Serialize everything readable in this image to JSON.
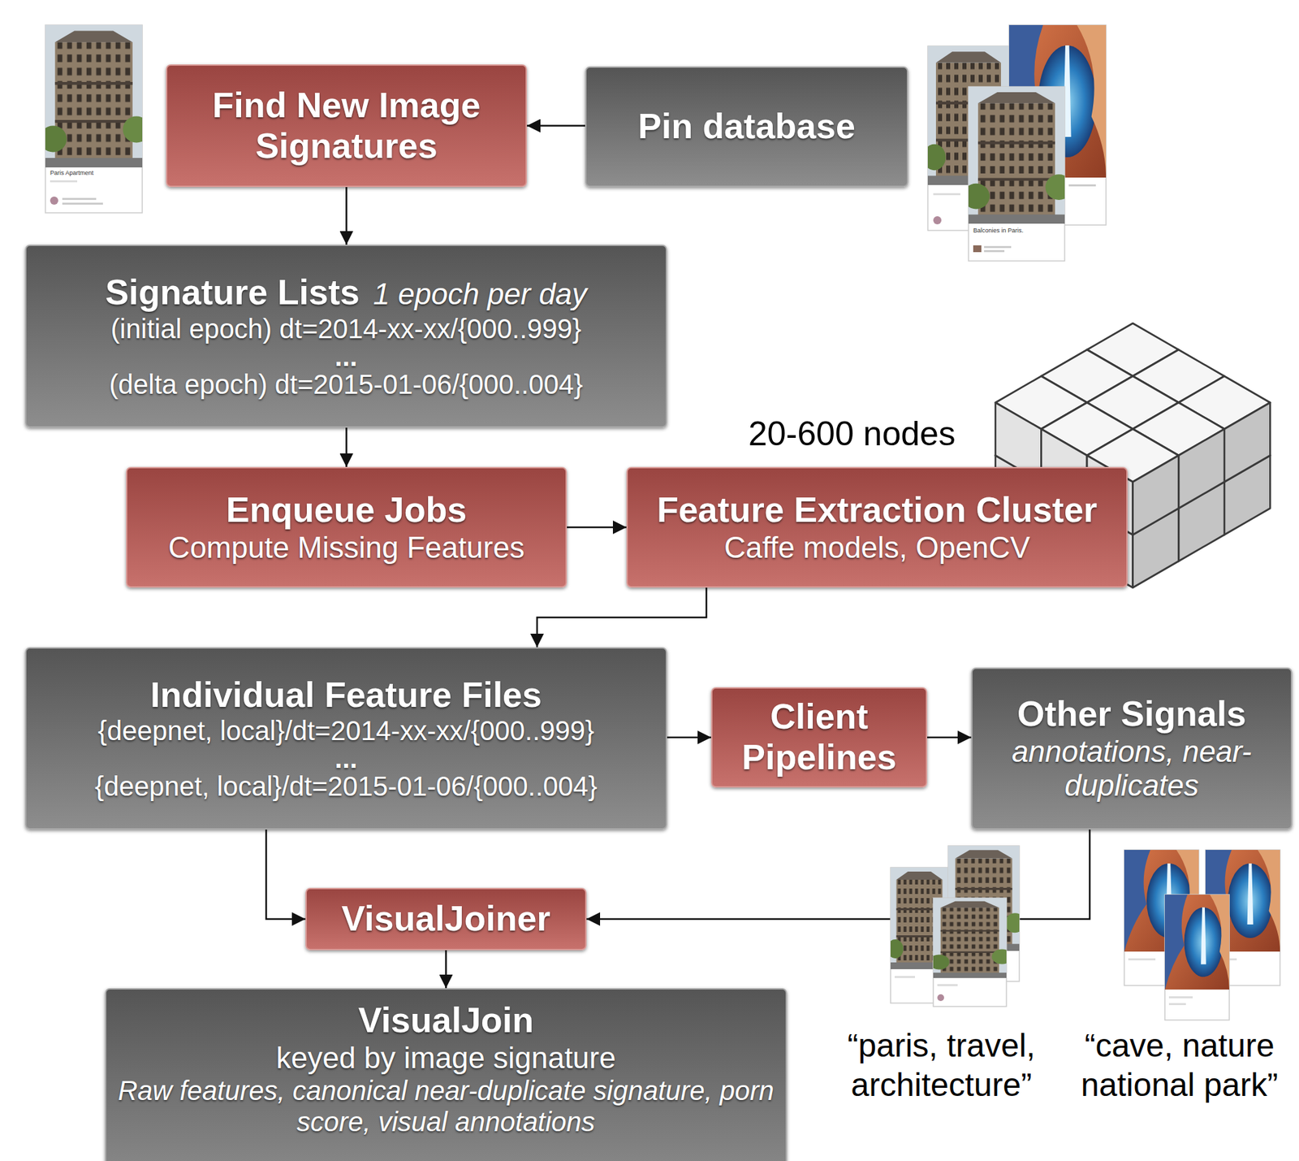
{
  "diagram": {
    "nodes": [
      {
        "text": [
          "Find New Image Signatures"
        ]
      },
      {
        "text": [
          "Pin database"
        ]
      },
      {
        "text": [
          "Signature Lists",
          "1 epoch per day",
          "(initial epoch) dt=2014-xx-xx/{000..999}",
          "...",
          "(delta epoch) dt=2015-01-06/{000..004}"
        ]
      },
      {
        "text": [
          "Enqueue Jobs",
          "Compute Missing Features"
        ]
      },
      {
        "text": [
          "Feature Extraction Cluster",
          "Caffe models, OpenCV"
        ]
      },
      {
        "text": [
          "Individual Feature Files",
          "{deepnet, local}/dt=2014-xx-xx/{000..999}",
          "...",
          "{deepnet, local}/dt=2015-01-06/{000..004}"
        ]
      },
      {
        "text": [
          "Client Pipelines"
        ]
      },
      {
        "text": [
          "Other Signals",
          "annotations, near-duplicates"
        ]
      },
      {
        "text": [
          "VisualJoiner"
        ]
      },
      {
        "text": [
          "VisualJoin",
          "keyed by image signature",
          "Raw features, canonical near-duplicate signature, porn score, visual annotations"
        ]
      }
    ],
    "edges": [
      {
        "from": 1,
        "to": 0,
        "arrow": "to"
      },
      {
        "from": 0,
        "to": 2,
        "arrow": "to"
      },
      {
        "from": 2,
        "to": 3,
        "arrow": "to"
      },
      {
        "from": 3,
        "to": 4,
        "arrow": "to"
      },
      {
        "from": 4,
        "to": 5,
        "arrow": "to"
      },
      {
        "from": 5,
        "to": 6,
        "arrow": "to"
      },
      {
        "from": 6,
        "to": 7,
        "arrow": "to"
      },
      {
        "from": 5,
        "to": 8,
        "arrow": "to"
      },
      {
        "from": 7,
        "to": 8,
        "arrow": "to"
      },
      {
        "from": 8,
        "to": 9,
        "arrow": "to"
      }
    ],
    "labels": [
      "20-600 nodes",
      "“paris, travel, architecture”",
      "“cave, nature national park”",
      "Paris Apartment",
      "Balconies in Paris."
    ]
  }
}
